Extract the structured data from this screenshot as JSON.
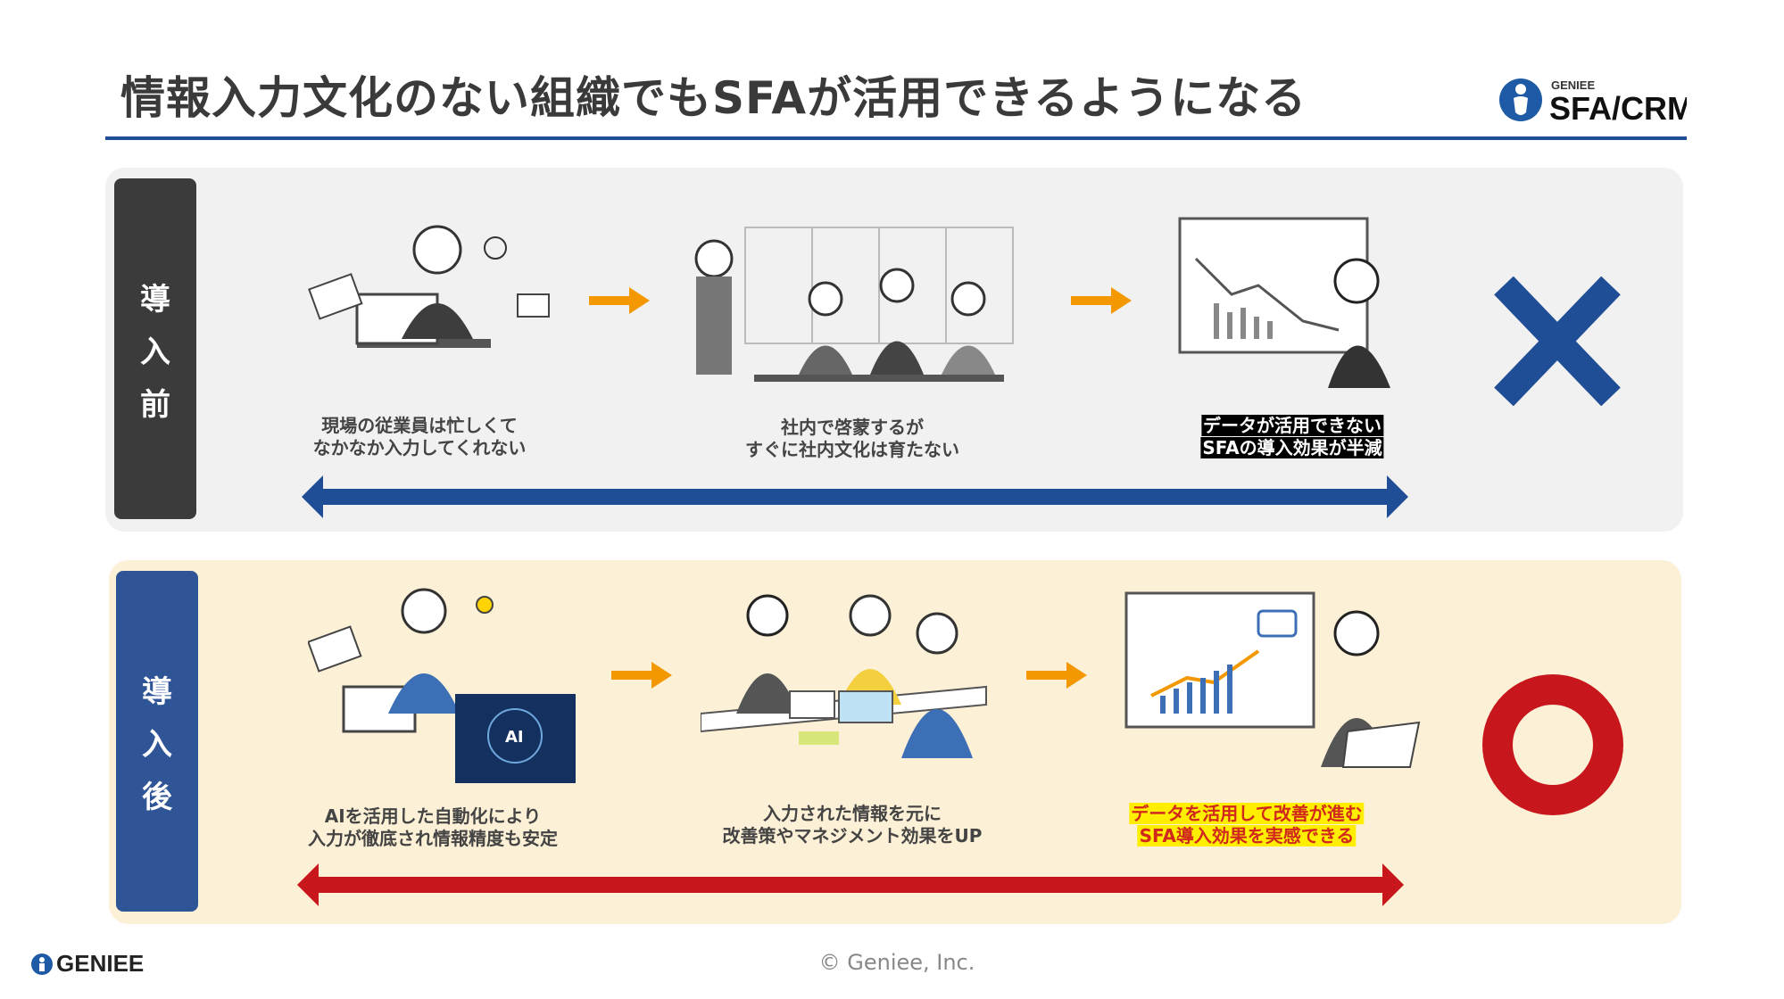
{
  "title": "情報入力文化のない組織でもSFAが活用できるようになる",
  "logo": {
    "brand": "GENIEE",
    "product": "SFA/CRM"
  },
  "before": {
    "label": [
      "導",
      "入",
      "前"
    ],
    "steps": [
      {
        "lines": [
          "現場の従業員は忙しくて",
          "なかなか入力してくれない"
        ]
      },
      {
        "lines": [
          "社内で啓蒙するが",
          "すぐに社内文化は育たない"
        ]
      },
      {
        "lines": [
          "データが活用できない",
          "SFAの導入効果が半減"
        ]
      }
    ],
    "result_icon": "cross-icon"
  },
  "after": {
    "label": [
      "導",
      "入",
      "後"
    ],
    "steps": [
      {
        "lines": [
          "AIを活用した自動化により",
          "入力が徹底され情報精度も安定"
        ],
        "badge": "AI"
      },
      {
        "lines": [
          "入力された情報を元に",
          "改善策やマネジメント効果をUP"
        ]
      },
      {
        "lines": [
          "データを活用して改善が進む",
          "SFA導入効果を実感できる"
        ]
      }
    ],
    "result_icon": "circle-icon"
  },
  "footer": {
    "brand": "GENIEE",
    "copyright": "© Geniee, Inc."
  },
  "colors": {
    "blue": "#1f4e96",
    "red": "#c8161d",
    "orange": "#f39800",
    "dark": "#3b3b3b"
  }
}
